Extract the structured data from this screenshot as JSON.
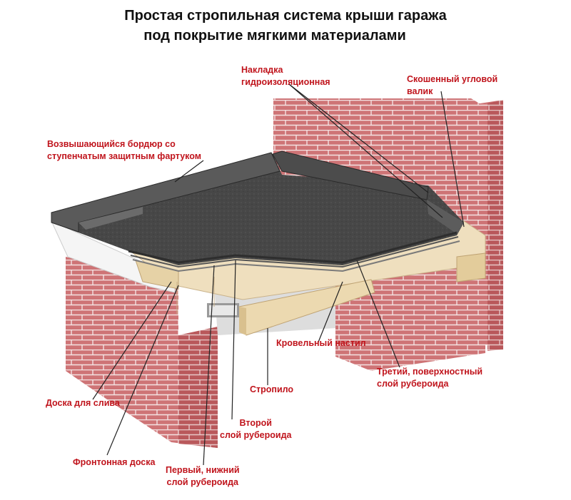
{
  "title": {
    "line1": "Простая стропильная система крыши гаража",
    "line2": "под покрытие мягкими материалами"
  },
  "labels": {
    "overlay": [
      "Накладка",
      "гидроизоляционная"
    ],
    "fillet": [
      "Скошенный угловой",
      "валик"
    ],
    "border": [
      "Возвышающийся бордюр со",
      "ступенчатым защитным фартуком"
    ],
    "deck": [
      "Кровельный настил"
    ],
    "third_layer": [
      "Третий, поверхностный",
      "слой рубероида"
    ],
    "rafter": [
      "Стропило"
    ],
    "drip_board": [
      "Доска для слива"
    ],
    "second_layer": [
      "Второй",
      "слой рубероида"
    ],
    "fascia": [
      "Фронтонная доска"
    ],
    "first_layer": [
      "Первый, нижний",
      "слой рубероида"
    ]
  },
  "colors": {
    "label": "#c0141c",
    "brick": "#c96a6c",
    "mortar": "#f3dede",
    "roof": "#3f3f3f",
    "wood": "#ead8b2"
  }
}
